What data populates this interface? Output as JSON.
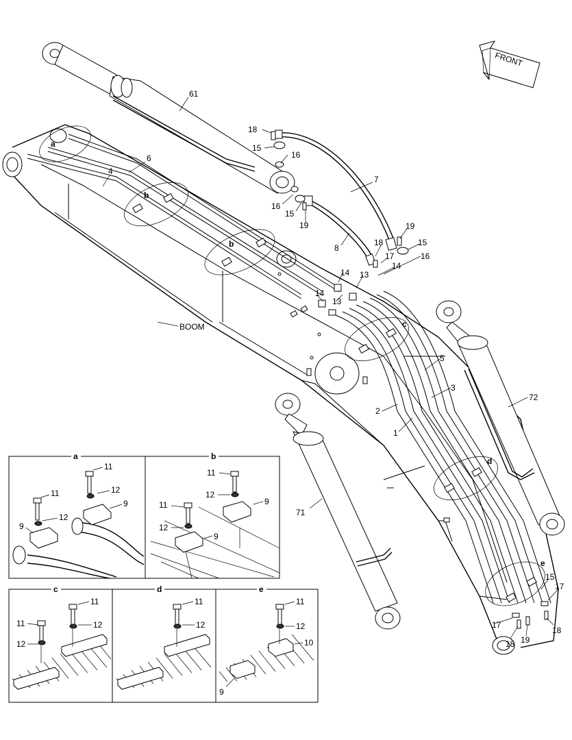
{
  "front_label": "FRONT",
  "boom_label": "BOOM",
  "callouts": {
    "n61": "61",
    "n6": "6",
    "n4": "4",
    "n7": "7",
    "n8": "8",
    "n1": "1",
    "n2": "2",
    "n3": "3",
    "n5": "5",
    "n71": "71",
    "n72": "72",
    "n13": "13",
    "n14": "14",
    "n15": "15",
    "n16": "16",
    "n17": "17",
    "n18": "18",
    "n19": "19",
    "a": "a",
    "b": "b",
    "c": "c",
    "d": "d",
    "e": "e"
  },
  "detail_panels": {
    "a": {
      "title": "a",
      "n9": "9",
      "n11": "11",
      "n12": "12"
    },
    "b": {
      "title": "b",
      "n9": "9",
      "n11": "11",
      "n12": "12"
    },
    "c": {
      "title": "c",
      "n11": "11",
      "n12": "12"
    },
    "d": {
      "title": "d",
      "n11": "11",
      "n12": "12"
    },
    "e": {
      "title": "e",
      "n9": "9",
      "n10": "10",
      "n11": "11",
      "n12": "12"
    }
  }
}
